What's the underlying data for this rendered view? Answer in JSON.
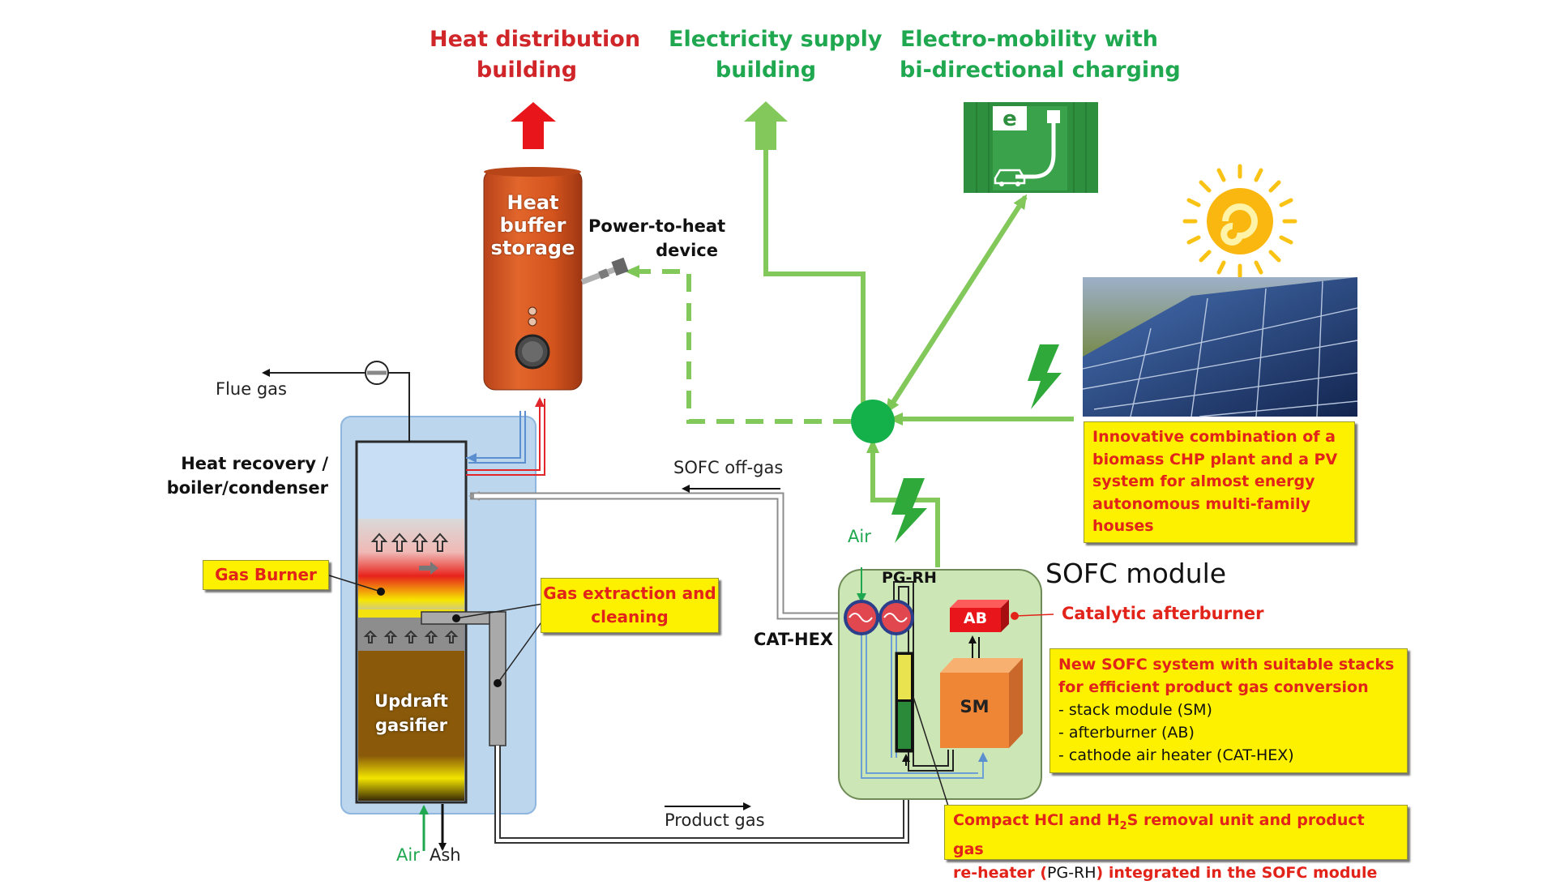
{
  "titles": {
    "heat_distribution": [
      "Heat distribution",
      "building"
    ],
    "electricity_supply": [
      "Electricity supply",
      "building"
    ],
    "electro_mobility": [
      "Electro-mobility with",
      "bi-directional charging"
    ]
  },
  "tank": {
    "lines": [
      "Heat",
      "buffer",
      "storage"
    ]
  },
  "power_to_heat": [
    "Power-to-heat",
    "device"
  ],
  "flue_gas": "Flue gas",
  "heat_recovery": [
    "Heat recovery /",
    "boiler/condenser"
  ],
  "gas_burner": "Gas Burner",
  "gas_extraction": [
    "Gas extraction and",
    "cleaning"
  ],
  "gasifier": [
    "Updraft",
    "gasifier"
  ],
  "bottom": {
    "air": "Air",
    "ash": "Ash"
  },
  "sofc_offgas": "SOFC off-gas",
  "product_gas": "Product gas",
  "cat_hex": "CAT-HEX",
  "sofc_air": "Air",
  "pg_rh": "PG-RH",
  "sofc_module": "SOFC module",
  "ab": "AB",
  "sm": "SM",
  "catalytic_afterburner": "Catalytic afterburner",
  "innovative_box": [
    "Innovative combination of a",
    "biomass CHP plant and a PV",
    "system for almost energy",
    "autonomous multi-family",
    "houses"
  ],
  "sofc_system_box": {
    "heading": [
      "New SOFC system with suitable stacks",
      "for efficient product gas conversion"
    ],
    "items": [
      "- stack module (SM)",
      "- afterburner (AB)",
      "- cathode air heater (CAT-HEX)"
    ]
  },
  "hcl_box": {
    "line1_a": "Compact HCl and H",
    "line1_sub": "2",
    "line1_b": "S removal unit and product gas",
    "line2_a": "re-heater (",
    "line2_b": "PG-RH",
    "line2_c": ") integrated in the SOFC module"
  },
  "charger_letter": "e",
  "colors": {
    "red_title": "#d0262a",
    "green_title": "#1fa84f",
    "green_line": "#82c85a",
    "node_green": "#14b14b",
    "tank_orange": "#d4541d",
    "yellow_box": "#fdf100",
    "blue_frame": "#bcd6ee",
    "sofc_frame": "#cde6b5",
    "ab_red": "#e8151b",
    "sm_orange": "#ef8636"
  },
  "icons": [
    "up-arrow-icon",
    "lightning-icon",
    "sun-icon",
    "ev-charger-icon",
    "fan-icon",
    "heat-exchanger-icon",
    "solar-panel-image"
  ]
}
